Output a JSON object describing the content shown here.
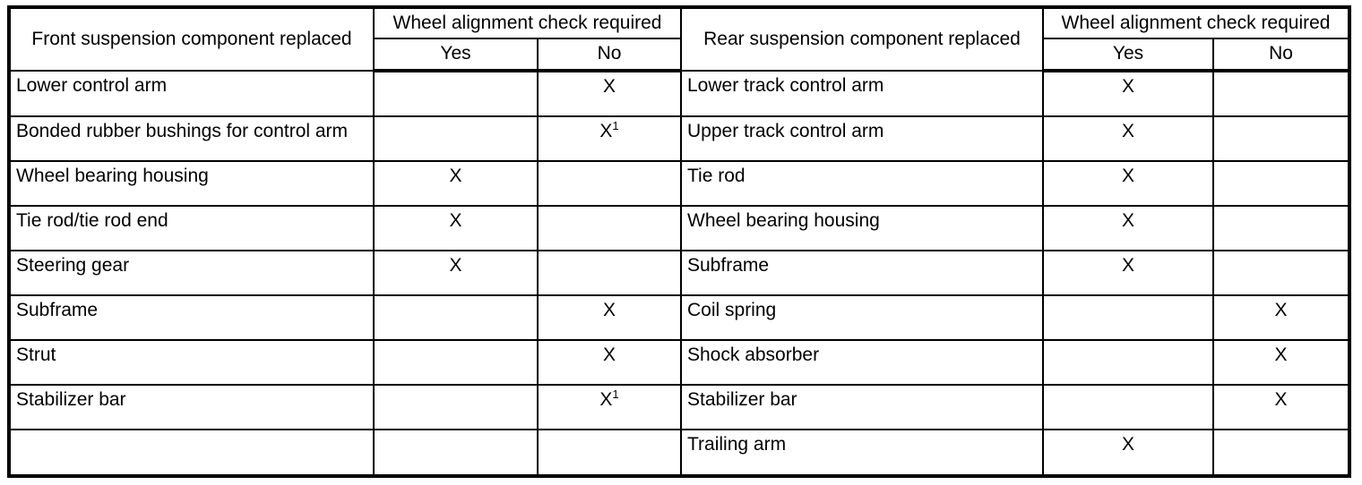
{
  "table": {
    "headers": {
      "front_component": "Front suspension component replaced",
      "front_check": "Wheel alignment check required",
      "rear_component": "Rear suspension component replaced",
      "rear_check": "Wheel alignment check required",
      "yes": "Yes",
      "no": "No"
    },
    "mark": "X",
    "footnote_marker": "1",
    "rows": [
      {
        "front_component": "Lower control arm",
        "front_yes": "",
        "front_no": "X",
        "front_no_note": "",
        "rear_component": "Lower track control arm",
        "rear_yes": "X",
        "rear_no": ""
      },
      {
        "front_component": "Bonded rubber bushings for control arm",
        "front_yes": "",
        "front_no": "X",
        "front_no_note": "1",
        "rear_component": "Upper track control arm",
        "rear_yes": "X",
        "rear_no": ""
      },
      {
        "front_component": "Wheel bearing housing",
        "front_yes": "X",
        "front_no": "",
        "front_no_note": "",
        "rear_component": "Tie rod",
        "rear_yes": "X",
        "rear_no": ""
      },
      {
        "front_component": "Tie rod/tie rod end",
        "front_yes": "X",
        "front_no": "",
        "front_no_note": "",
        "rear_component": "Wheel bearing housing",
        "rear_yes": "X",
        "rear_no": ""
      },
      {
        "front_component": "Steering gear",
        "front_yes": "X",
        "front_no": "",
        "front_no_note": "",
        "rear_component": "Subframe",
        "rear_yes": "X",
        "rear_no": ""
      },
      {
        "front_component": "Subframe",
        "front_yes": "",
        "front_no": "X",
        "front_no_note": "",
        "rear_component": "Coil spring",
        "rear_yes": "",
        "rear_no": "X"
      },
      {
        "front_component": "Strut",
        "front_yes": "",
        "front_no": "X",
        "front_no_note": "",
        "rear_component": "Shock absorber",
        "rear_yes": "",
        "rear_no": "X"
      },
      {
        "front_component": "Stabilizer bar",
        "front_yes": "",
        "front_no": "X",
        "front_no_note": "1",
        "rear_component": "Stabilizer bar",
        "rear_yes": "",
        "rear_no": "X"
      },
      {
        "front_component": "",
        "front_yes": "",
        "front_no": "",
        "front_no_note": "",
        "rear_component": "Trailing arm",
        "rear_yes": "X",
        "rear_no": ""
      }
    ]
  }
}
